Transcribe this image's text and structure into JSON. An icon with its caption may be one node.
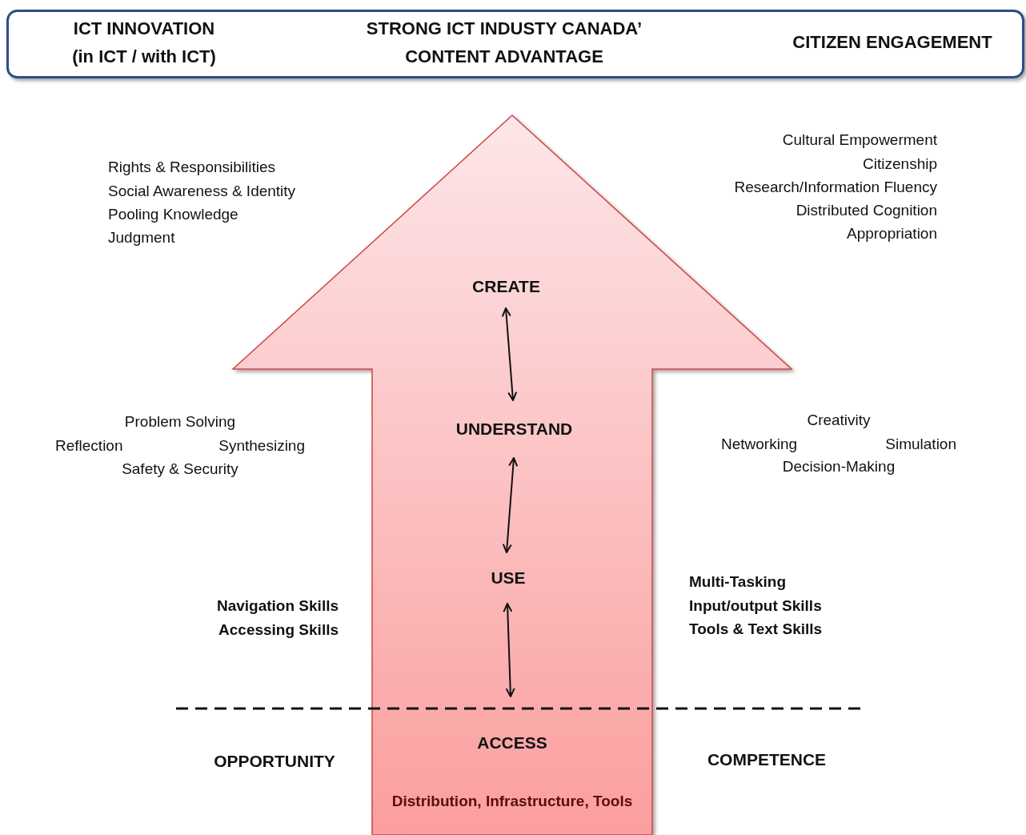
{
  "diagram": {
    "nodes": [
      {
        "text": [
          "ICT INNOVATION (in ICT / with ICT)",
          "STRONG ICT INDUSTY CANADA’ CONTENT ADVANTAGE",
          "CITIZEN ENGAGEMENT"
        ]
      },
      {
        "text": [],
        "shape": "arrow"
      },
      {
        "text": [
          "CREATE"
        ],
        "in": 1
      },
      {
        "text": [
          "UNDERSTAND"
        ],
        "in": 1
      },
      {
        "text": [
          "USE"
        ],
        "in": 1
      },
      {
        "text": [
          "ACCESS",
          "Distribution, Infrastructure, Tools"
        ],
        "in": 1
      }
    ],
    "edges": [
      {
        "from": 2,
        "to": 3,
        "arrow": "both"
      },
      {
        "from": 3,
        "to": 4,
        "arrow": "both"
      },
      {
        "from": 4,
        "to": 5,
        "arrow": "both"
      }
    ],
    "labels": [
      "Rights & Responsibilities",
      "Social Awareness & Identity",
      "Pooling Knowledge",
      "Judgment",
      "Cultural Empowerment",
      "Citizenship",
      "Research/Information Fluency",
      "Distributed Cognition",
      "Appropriation",
      "Problem Solving",
      "Reflection",
      "Synthesizing",
      "Safety & Security",
      "Creativity",
      "Networking",
      "Simulation",
      "Decision-Making",
      "Navigation Skills",
      "Accessing Skills",
      "Multi-Tasking",
      "Input/output Skills",
      "Tools & Text Skills",
      "OPPORTUNITY",
      "COMPETENCE"
    ]
  }
}
